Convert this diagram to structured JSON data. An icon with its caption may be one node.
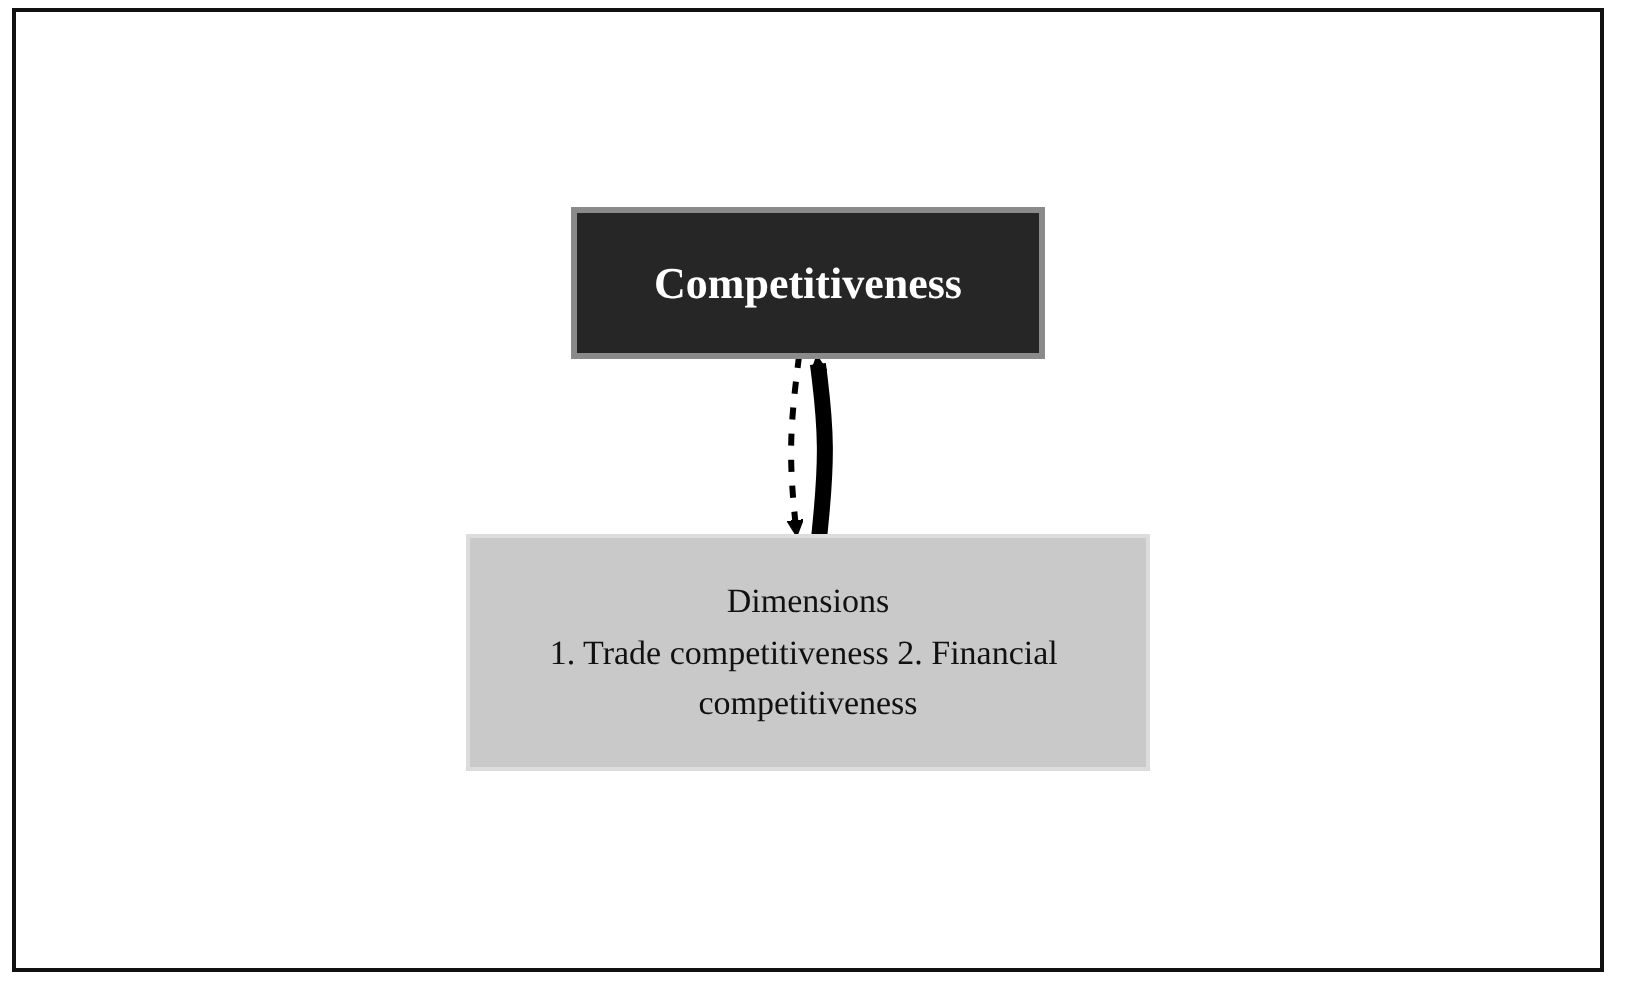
{
  "diagram": {
    "nodes": [
      {
        "text": [
          "Competitiveness"
        ]
      },
      {
        "text": [
          "Dimensions",
          "1. Trade competitiveness 2. Financial competitiveness"
        ]
      }
    ],
    "edges": [
      {
        "from": 0,
        "to": 1,
        "arrow": "to",
        "style": "dashed"
      },
      {
        "from": 1,
        "to": 0,
        "arrow": "to",
        "style": "thick"
      }
    ]
  }
}
